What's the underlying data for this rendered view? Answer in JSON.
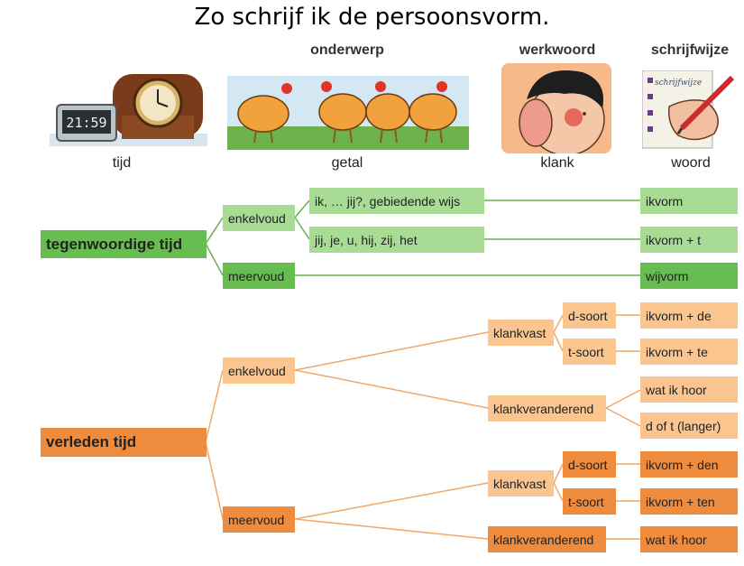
{
  "title": "Zo schrijf ik de persoonsvorm.",
  "columns": [
    {
      "heading": "",
      "label": "tijd",
      "picture": "clocks-icon"
    },
    {
      "heading": "onderwerp",
      "label": "getal",
      "picture": "chickens-icon"
    },
    {
      "heading": "werkwoord",
      "label": "klank",
      "picture": "listening-boy-icon"
    },
    {
      "heading": "schrijfwijze",
      "label": "woord",
      "picture": "writing-hand-icon"
    }
  ],
  "clock_display": "21:59",
  "notebook_text": "schrijfwijze",
  "present": {
    "label": "tegenwoordige tijd",
    "enkelvoud": "enkelvoud",
    "meervoud": "meervoud",
    "subj1": "ik, … jij?, gebiedende wijs",
    "subj2": "jij, je, u, hij, zij, het",
    "res1": "ikvorm",
    "res2": "ikvorm + t",
    "res3": "wijvorm"
  },
  "past": {
    "label": "verleden tijd",
    "enkelvoud": "enkelvoud",
    "meervoud": "meervoud",
    "ev_klankvast": "klankvast",
    "ev_dsoort": "d-soort",
    "ev_tsoort": "t-soort",
    "ev_res_d": "ikvorm + de",
    "ev_res_t": "ikvorm + te",
    "ev_klankveranderend": "klankveranderend",
    "ev_res_hoor": "wat ik hoor",
    "ev_res_dt": "d of t (langer)",
    "mv_klankvast": "klankvast",
    "mv_dsoort": "d-soort",
    "mv_tsoort": "t-soort",
    "mv_res_d": "ikvorm + den",
    "mv_res_t": "ikvorm + ten",
    "mv_klankveranderend": "klankveranderend",
    "mv_res_hoor": "wat ik hoor"
  }
}
